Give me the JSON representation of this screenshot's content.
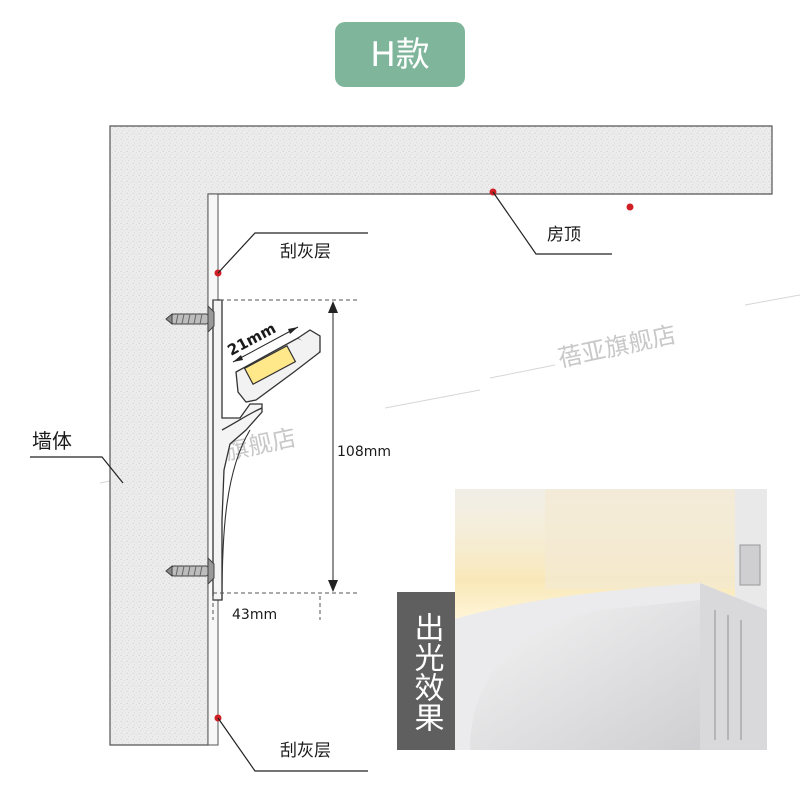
{
  "badge": {
    "text": "H款",
    "bg": "#7fb59a",
    "fg": "#ffffff"
  },
  "labels": {
    "roof": "房顶",
    "plaster_top": "刮灰层",
    "plaster_bottom": "刮灰层",
    "wall": "墙体",
    "dim_width": "21mm",
    "dim_height": "108mm",
    "dim_depth": "43mm"
  },
  "photo": {
    "caption": "出光效果",
    "caption_bg": "#5f5f5f",
    "caption_fg": "#ffffff"
  },
  "watermark": {
    "text": "蓓亚旗舰店"
  },
  "colors": {
    "marker": "#d01f25",
    "wall_fill": "#ededed",
    "led": "#ffe88a",
    "line": "#333333"
  }
}
